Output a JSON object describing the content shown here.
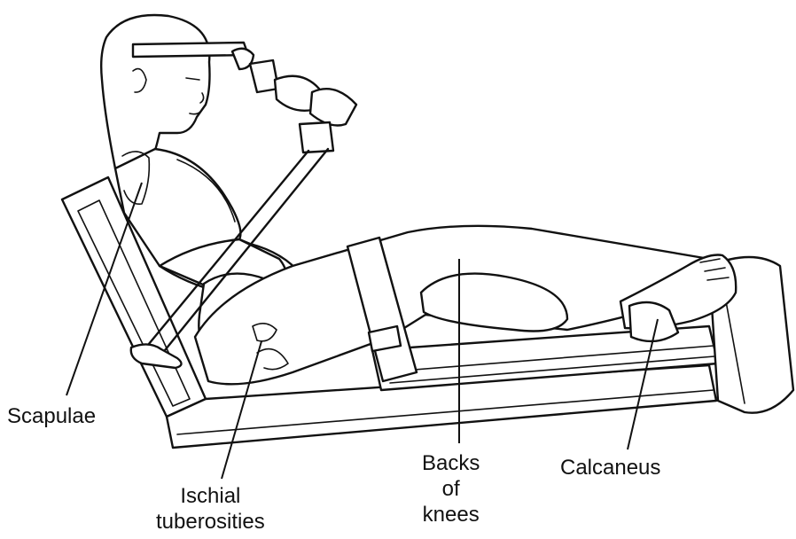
{
  "labels": {
    "scapulae": "Scapulae",
    "ischial_line1": "Ischial",
    "ischial_line2": "tuberosities",
    "backs_line1": "Backs",
    "backs_line2": "of",
    "backs_line3": "knees",
    "calcaneus": "Calcaneus"
  }
}
